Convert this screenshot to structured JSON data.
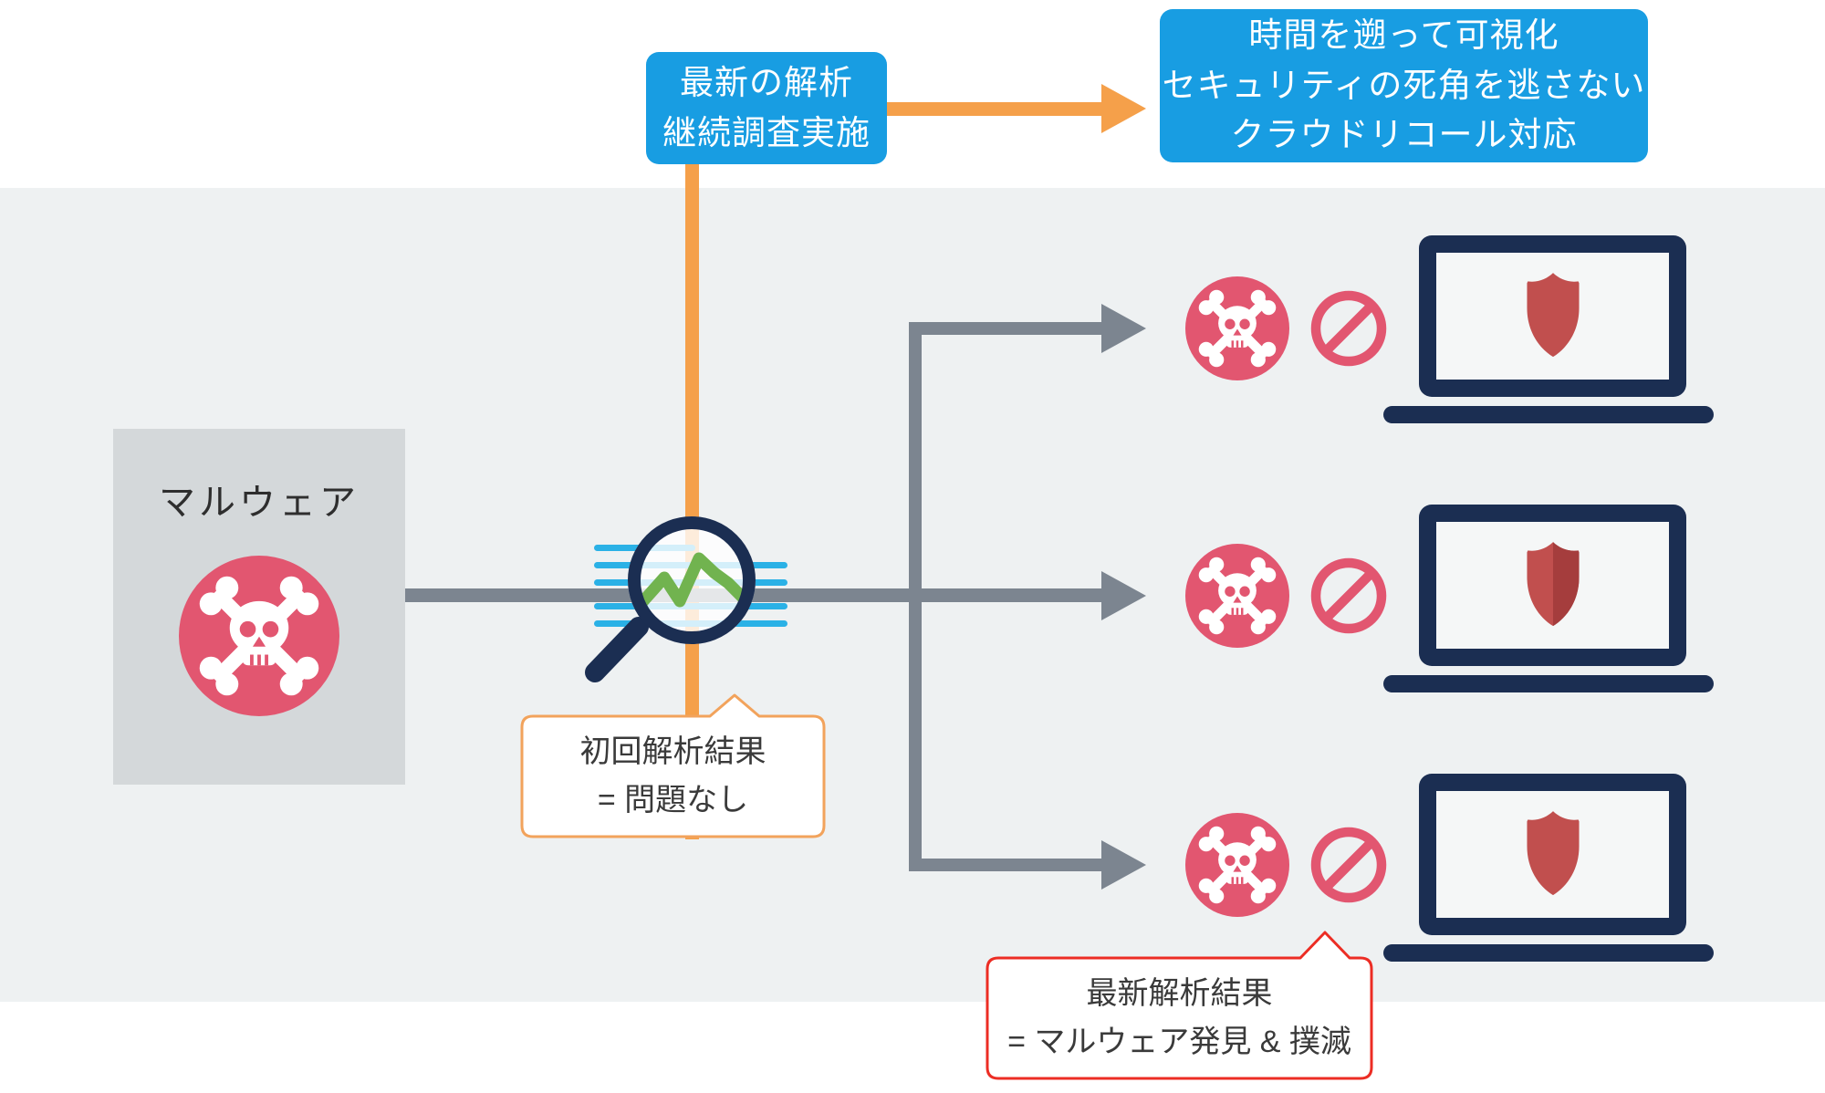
{
  "diagram": {
    "analysis_box": {
      "line1": "最新の解析",
      "line2": "継続調査実施"
    },
    "benefit_box": {
      "line1": "時間を遡って可視化",
      "line2": "セキュリティの死角を逃さない",
      "line3": "クラウドリコール対応"
    },
    "malware_box": {
      "label": "マルウェア"
    },
    "initial_callout": {
      "line1": "初回解析結果",
      "line2": "= 問題なし"
    },
    "latest_callout": {
      "line1": "最新解析結果",
      "line2": "= マルウェア発見 & 撲滅"
    }
  },
  "icons": {
    "malware": "skull-crossbones-icon",
    "scan": "magnifier-trend-chart-icon",
    "blocked": "prohibition-icon",
    "protected": "laptop-shield-icon"
  },
  "colors": {
    "accent_blue": "#189de2",
    "accent_orange": "#f5a04a",
    "crimson": "#e25670",
    "navy": "#1b2e52",
    "shield_red": "#c14f4e",
    "shield_red_dark": "#a53d3d",
    "line_gray": "#7c8590",
    "panel_gray": "#d4d8da",
    "band_gray": "#eef1f2",
    "light_blue": "#2ab1e6",
    "chart_green": "#71b34f",
    "callout_initial_border": "#f2a35c",
    "callout_latest_border": "#ec2d24"
  }
}
